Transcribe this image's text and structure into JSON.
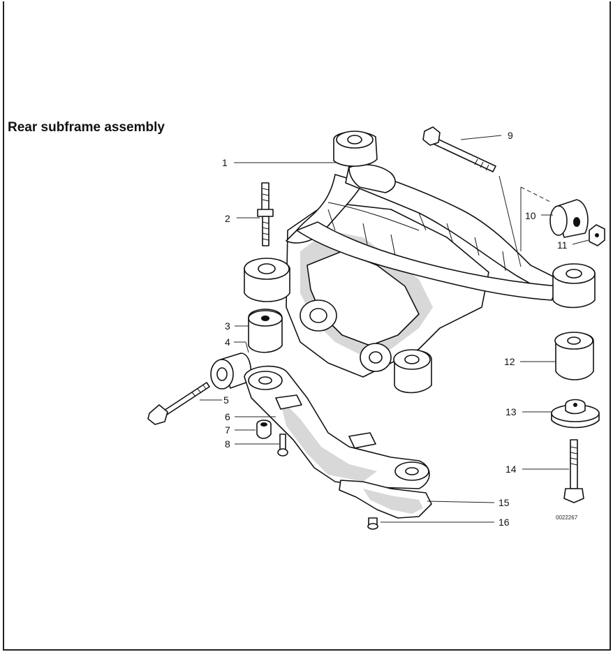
{
  "title": "Rear subframe assembly",
  "diagram_code": "0022267",
  "callouts": [
    {
      "id": "1",
      "label": "1"
    },
    {
      "id": "2",
      "label": "2"
    },
    {
      "id": "3",
      "label": "3"
    },
    {
      "id": "4",
      "label": "4"
    },
    {
      "id": "5",
      "label": "5"
    },
    {
      "id": "6",
      "label": "6"
    },
    {
      "id": "7",
      "label": "7"
    },
    {
      "id": "8",
      "label": "8"
    },
    {
      "id": "9",
      "label": "9"
    },
    {
      "id": "10",
      "label": "10"
    },
    {
      "id": "11",
      "label": "11"
    },
    {
      "id": "12",
      "label": "12"
    },
    {
      "id": "13",
      "label": "13"
    },
    {
      "id": "14",
      "label": "14"
    },
    {
      "id": "15",
      "label": "15"
    },
    {
      "id": "16",
      "label": "16"
    }
  ]
}
